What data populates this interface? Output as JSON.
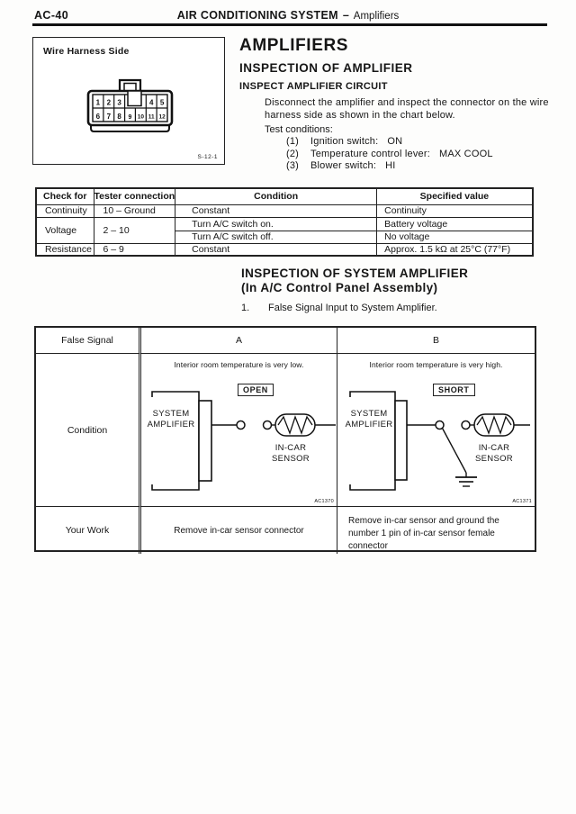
{
  "header": {
    "page_code": "AC-40",
    "title": "AIR CONDITIONING SYSTEM",
    "separator": "–",
    "section": "Amplifiers"
  },
  "harness_figure": {
    "label": "Wire Harness Side",
    "figure_code": "S-12-1",
    "pins_top": [
      "1",
      "2",
      "3",
      "4",
      "5"
    ],
    "pins_bottom": [
      "6",
      "7",
      "8",
      "9",
      "10",
      "11",
      "12"
    ]
  },
  "amplifier_section": {
    "title": "AMPLIFIERS",
    "heading": "INSPECTION OF AMPLIFIER",
    "subheading": "INSPECT AMPLIFIER CIRCUIT",
    "body": "Disconnect the amplifier and inspect the connector on the wire harness side as shown in the chart below.",
    "test_conditions_label": "Test conditions:",
    "conditions": [
      {
        "num": "(1)",
        "label": "Ignition switch:",
        "value": "ON"
      },
      {
        "num": "(2)",
        "label": "Temperature control lever:",
        "value": "MAX COOL"
      },
      {
        "num": "(3)",
        "label": "Blower switch:",
        "value": "HI"
      }
    ]
  },
  "circuit_table": {
    "headers": [
      "Check for",
      "Tester connection",
      "Condition",
      "Specified value"
    ],
    "continuity": {
      "check": "Continuity",
      "tester": "10 – Ground",
      "condition": "Constant",
      "value": "Continuity"
    },
    "voltage": {
      "check": "Voltage",
      "tester": "2 – 10",
      "condition_on": "Turn A/C switch on.",
      "value_on": "Battery voltage",
      "condition_off": "Turn A/C switch off.",
      "value_off": "No voltage"
    },
    "resistance": {
      "check": "Resistance",
      "tester": "6 – 9",
      "condition": "Constant",
      "value": "Approx. 1.5 kΩ at 25°C (77°F)"
    }
  },
  "system_section": {
    "heading_line1": "INSPECTION OF SYSTEM AMPLIFIER",
    "heading_line2": "(In A/C Control Panel Assembly)",
    "step_number": "1.",
    "step_text": "False Signal Input to System Amplifier."
  },
  "false_signal_table": {
    "row_header": "False Signal",
    "condition_header": "Condition",
    "work_header": "Your Work",
    "col_a": {
      "header": "A",
      "caption": "Interior room temperature is very low.",
      "fault_label": "OPEN",
      "amplifier_line1": "SYSTEM",
      "amplifier_line2": "AMPLIFIER",
      "sensor_line1": "IN-CAR",
      "sensor_line2": "SENSOR",
      "figure_code": "AC1370",
      "work": "Remove in-car sensor connector"
    },
    "col_b": {
      "header": "B",
      "caption": "Interior room temperature is very high.",
      "fault_label": "SHORT",
      "amplifier_line1": "SYSTEM",
      "amplifier_line2": "AMPLIFIER",
      "sensor_line1": "IN-CAR",
      "sensor_line2": "SENSOR",
      "figure_code": "AC1371",
      "work": "Remove in-car sensor and ground the number 1 pin of in-car sensor female connector"
    }
  }
}
